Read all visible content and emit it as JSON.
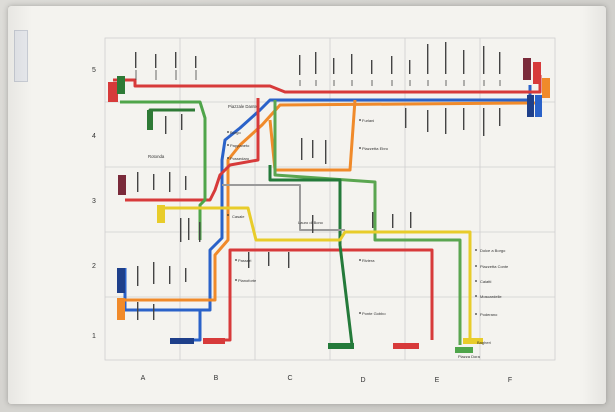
{
  "axis": {
    "columns": [
      "A",
      "B",
      "C",
      "D",
      "E",
      "F"
    ],
    "rows": [
      "5",
      "4",
      "3",
      "2",
      "1"
    ]
  },
  "stations": {
    "piazzale_dante": "Piazzale Dante",
    "rotonda": "Rotonda",
    "borgo": "Borgo",
    "pappaneto": "Pappaneto",
    "possedaro": "Possedaro",
    "casale": "Casale",
    "lauro": "Lauro di Bono",
    "furlani": "Furlani",
    "piazzetta_ebro": "Piazzetta Ebro",
    "dolce_borgo": "Dolce a Borgo",
    "piazzetta_conte": "Piazzetta Conte",
    "caiatti": "Caiatti",
    "moscardelle": "Moscardelle",
    "poderano": "Poderano",
    "passeri": "Passeri",
    "pianoforte": "Pianoforte",
    "riviera": "Riviera",
    "ponte_gobbo": "Ponte Gobbo",
    "piazza_dora": "Piazza Dora",
    "bagheri": "Bagheri"
  }
}
